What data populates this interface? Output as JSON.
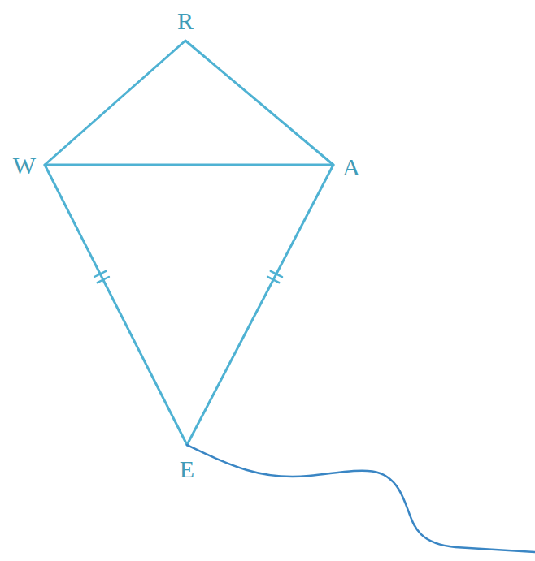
{
  "diagram": {
    "labels": [
      "R",
      "W",
      "A",
      "E"
    ]
  }
}
